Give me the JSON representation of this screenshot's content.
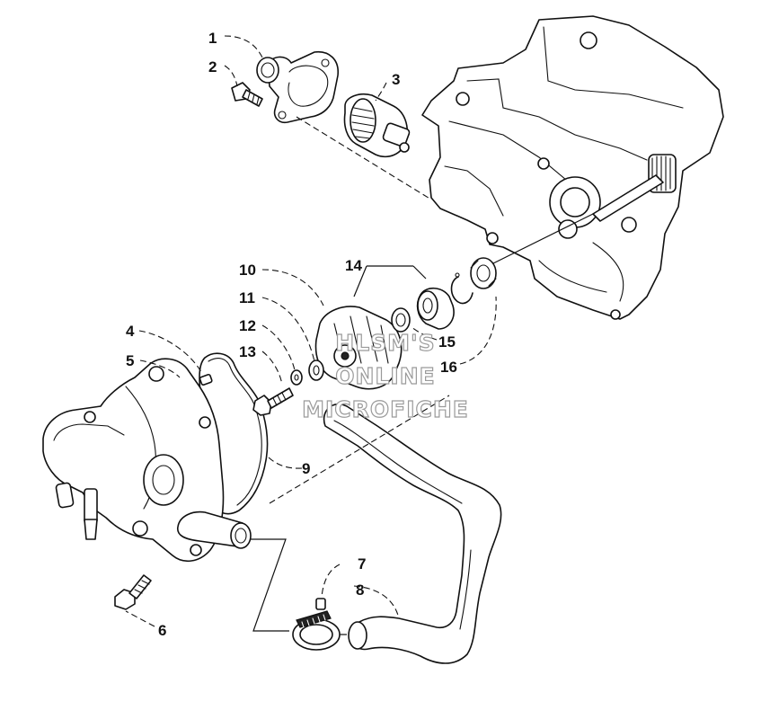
{
  "callouts": [
    "1",
    "2",
    "3",
    "4",
    "5",
    "6",
    "7",
    "8",
    "9",
    "10",
    "11",
    "12",
    "13",
    "14",
    "15",
    "16"
  ],
  "watermark": {
    "line1": "HLSM'S",
    "line2": "ONLINE",
    "line3": "MICROFICHE"
  },
  "colors": {
    "ink": "#111111",
    "watermark": "#9a9a9a",
    "background": "#ffffff"
  }
}
